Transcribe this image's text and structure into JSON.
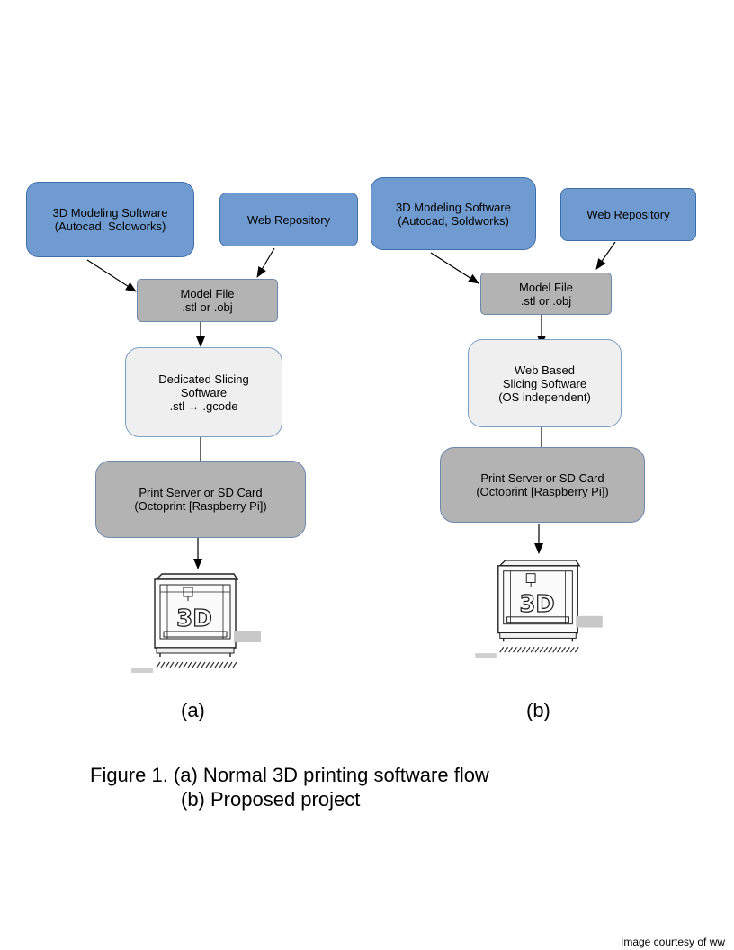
{
  "panel_a": {
    "modeling": {
      "line1": "3D Modeling Software",
      "line2": "(Autocad, Soldworks)"
    },
    "repository": {
      "label": "Web Repository"
    },
    "model_file": {
      "line1": "Model File",
      "line2": ".stl or .obj"
    },
    "slicer": {
      "line1": "Dedicated Slicing",
      "line2": "Software",
      "line3": ".stl → .gcode"
    },
    "server": {
      "line1": "Print Server or SD Card",
      "line2": "(Octoprint [Raspberry Pi])"
    },
    "printer_icon": "3d-printer-icon",
    "printer_text": "3D",
    "label": "(a)"
  },
  "panel_b": {
    "modeling": {
      "line1": "3D Modeling Software",
      "line2": "(Autocad, Soldworks)"
    },
    "repository": {
      "label": "Web Repository"
    },
    "model_file": {
      "line1": "Model File",
      "line2": ".stl or .obj"
    },
    "slicer": {
      "line1": "Web Based",
      "line2": "Slicing Software",
      "line3": "(OS independent)"
    },
    "server": {
      "line1": "Print Server or SD Card",
      "line2": "(Octoprint [Raspberry Pi])"
    },
    "printer_icon": "3d-printer-icon",
    "printer_text": "3D",
    "label": "(b)"
  },
  "caption": {
    "line1": "Figure 1. (a) Normal 3D printing software flow",
    "line2": "(b) Proposed project"
  },
  "courtesy": "Image courtesy of ww",
  "colors": {
    "blue_box": "#6f9bd1",
    "gray_box": "#b3b3b3",
    "light_box": "#efefef"
  }
}
